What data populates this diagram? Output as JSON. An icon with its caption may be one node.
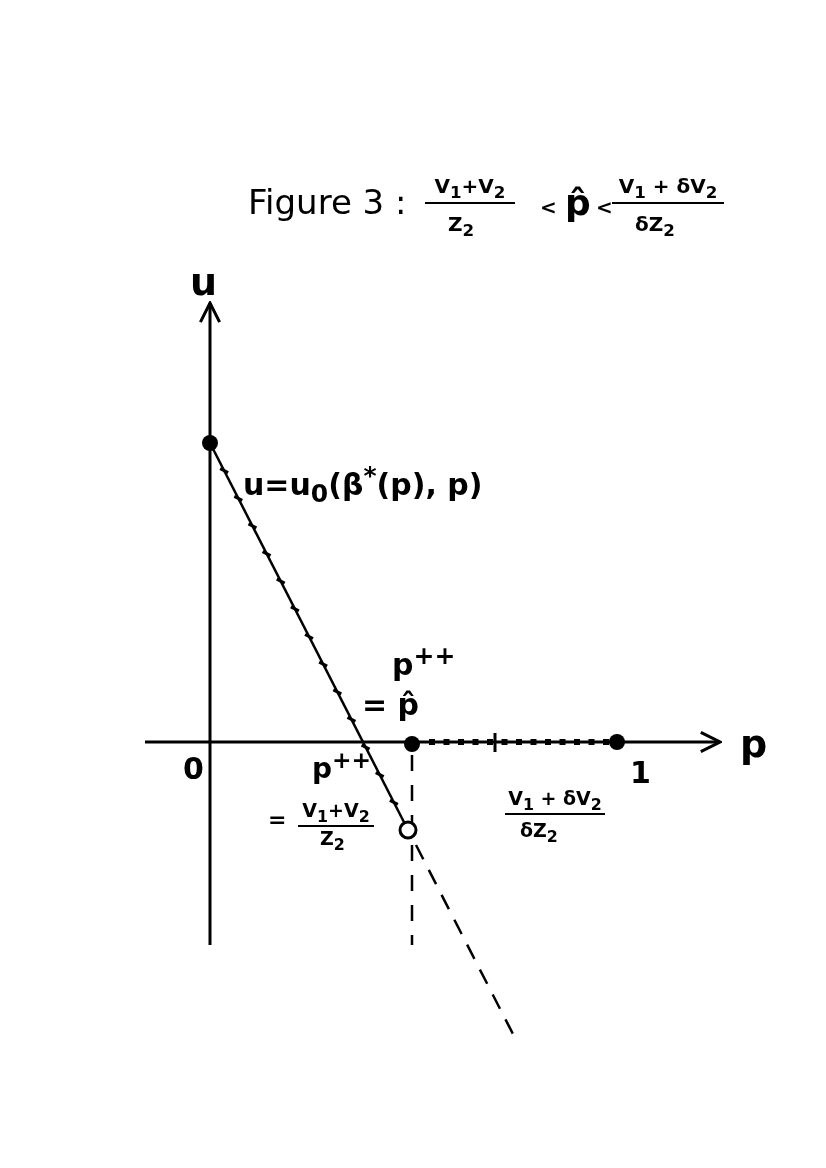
{
  "diagram": {
    "title": "Figure 3 :",
    "labels": [
      "V$_{1}$+V$_{2}$",
      "Z$_{2}$",
      "<",
      "p̂",
      "<",
      "V$_{1}$ + δV$_{2}$",
      "δZ$_{2}$",
      "u",
      "u=u$_{0}$(β$^{*}$(p), p)",
      "p$^{++}$",
      "= p̂",
      "p",
      "0",
      "p$^{++}$",
      "=",
      "V$_{1}$+V$_{2}$",
      "Z$_{2}$",
      "V$_{1}$ + δV$_{2}$",
      "δZ$_{2}$",
      "1"
    ]
  }
}
